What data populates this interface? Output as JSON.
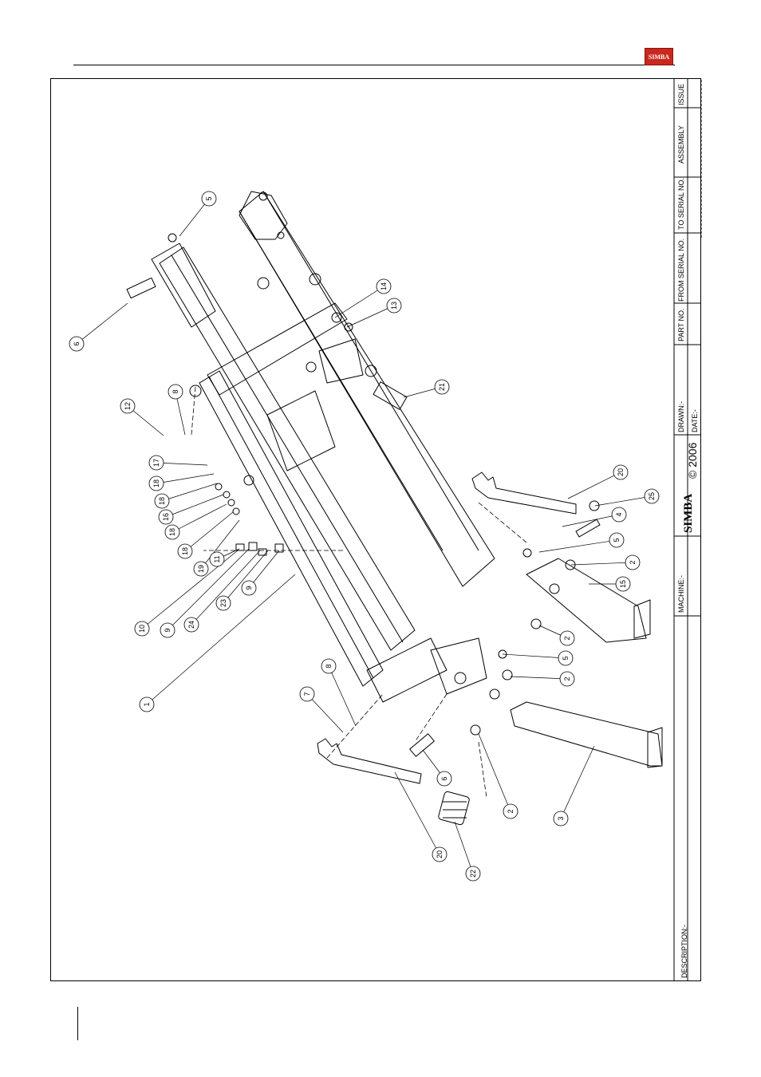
{
  "header": {
    "logo_text": "SIMBA"
  },
  "title_block": {
    "issue": "ISSUE",
    "assembly": "ASSEMBLY",
    "to_serial": "TO SERIAL NO.",
    "from_serial": "FROM SERIAL NO.",
    "part_no": "PART NO.",
    "drawn": "DRAWN:-",
    "date": "DATE:-",
    "copyright": "© 2006",
    "brand": "SIMBA",
    "machine": "MACHINE:-",
    "description": "DESCRIPTION:-"
  },
  "callouts": [
    "5",
    "6",
    "12",
    "8",
    "17",
    "18",
    "18",
    "16",
    "18",
    "18",
    "19",
    "11",
    "10",
    "9",
    "24",
    "23",
    "9",
    "14",
    "13",
    "21",
    "20",
    "25",
    "4",
    "5",
    "2",
    "15",
    "2",
    "5",
    "2",
    "1",
    "8",
    "7",
    "6",
    "20",
    "22",
    "2",
    "3"
  ],
  "colors": {
    "logo": "#c8281e",
    "line": "#000000"
  }
}
